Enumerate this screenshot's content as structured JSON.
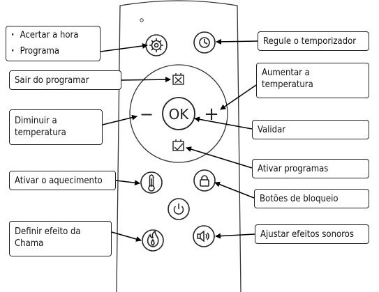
{
  "labels": {
    "acertar_hora": "Acertar a hora",
    "programa": "Programa",
    "regule_temporizador": "Regule o temporizador",
    "sair_programar": "Sair do programar",
    "aumentar_l1": "Aumentar a",
    "aumentar_l2": "temperatura",
    "diminuir_l1": "Diminuir a",
    "diminuir_l2": "temperatura",
    "validar": "Validar",
    "ativar_programas": "Ativar programas",
    "ativar_aquecimento": "Ativar o aquecimento",
    "botoes_bloqueio": "Botões de bloqueio",
    "definir_chama_l1": "Definir efeito da",
    "definir_chama_l2": "Chama",
    "ajustar_sonoros": "Ajustar efeitos sonoros"
  },
  "remote": {
    "ok_label": "OK",
    "minus_label": "−",
    "plus_label": "+"
  },
  "icons": [
    "gear-icon",
    "clock-icon",
    "program-exit-icon",
    "program-activate-icon",
    "thermometer-icon",
    "lock-icon",
    "power-icon",
    "flame-icon",
    "speaker-icon"
  ]
}
